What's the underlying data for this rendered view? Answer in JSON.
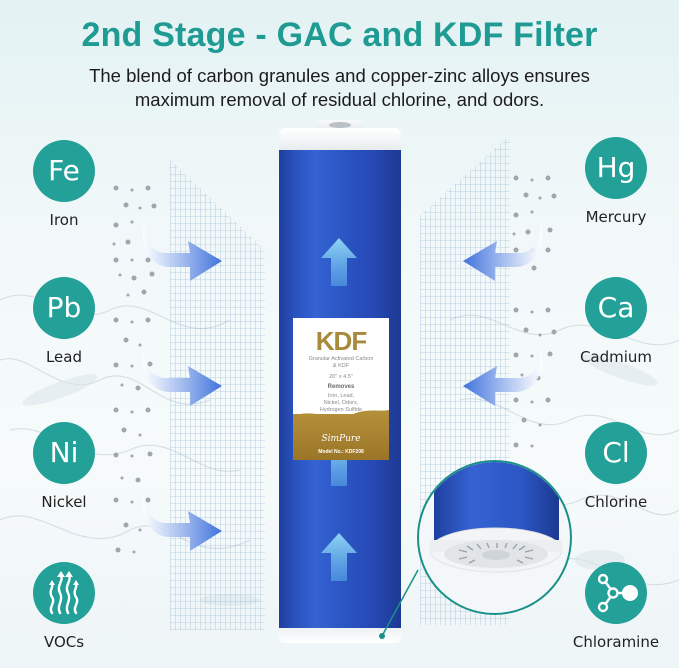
{
  "header": {
    "title": "2nd Stage - GAC and KDF Filter",
    "subtitle_line1": "The blend of carbon granules and copper-zinc alloys ensures",
    "subtitle_line2": "maximum removal of residual chlorine, and odors."
  },
  "colors": {
    "accent_teal": "#23a199",
    "title_teal": "#1f9b94",
    "cartridge_blue": "#2a54c0",
    "label_gold": "#a98a3d",
    "arrow_blue": "#4a7fe0"
  },
  "contaminants_left": [
    {
      "symbol": "Fe",
      "name": "Iron",
      "icon": "element-icon"
    },
    {
      "symbol": "Pb",
      "name": "Lead",
      "icon": "element-icon"
    },
    {
      "symbol": "Ni",
      "name": "Nickel",
      "icon": "element-icon"
    },
    {
      "symbol": "",
      "name": "VOCs",
      "icon": "vapor-arrows-icon"
    }
  ],
  "contaminants_right": [
    {
      "symbol": "Hg",
      "name": "Mercury",
      "icon": "element-icon"
    },
    {
      "symbol": "Ca",
      "name": "Cadmium",
      "icon": "element-icon"
    },
    {
      "symbol": "Cl",
      "name": "Chlorine",
      "icon": "element-icon"
    },
    {
      "symbol": "",
      "name": "Chloramine",
      "icon": "molecule-icon"
    }
  ],
  "cartridge_label": {
    "logo": "KDF",
    "line1": "Granular Activated Carbon",
    "line2": "& KDF",
    "size": "20\" x 4.5\"",
    "removes_heading": "Removes",
    "removes_1": "Iron, Lead,",
    "removes_2": "Nickel, Odors,",
    "removes_3": "Hydrogen Sulfide",
    "brand": "SimPure",
    "model": "Model No.: KDF208"
  }
}
